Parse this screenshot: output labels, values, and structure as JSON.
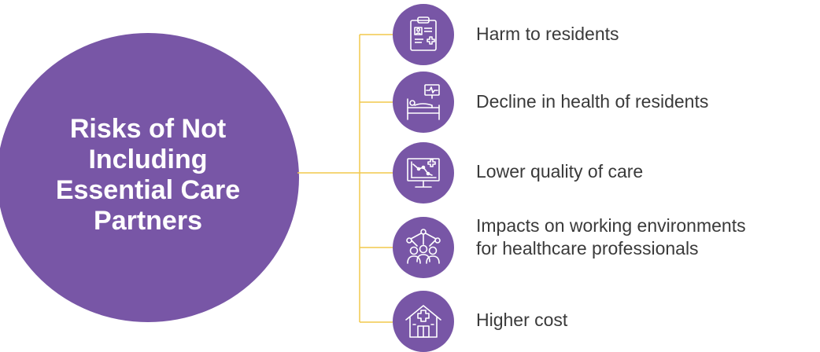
{
  "title": "Risks of Not Including Essential Care Partners",
  "colors": {
    "primary": "#7856a6",
    "connector": "#f2c94c",
    "text": "#3a3a3a"
  },
  "items": [
    {
      "icon": "medical-chart-icon",
      "label": "Harm to residents"
    },
    {
      "icon": "hospital-bed-monitor-icon",
      "label": "Decline in health of residents"
    },
    {
      "icon": "declining-chart-monitor-icon",
      "label": "Lower quality of care"
    },
    {
      "icon": "team-network-icon",
      "label": "Impacts on working environments for healthcare professionals"
    },
    {
      "icon": "hospital-building-icon",
      "label": "Higher cost"
    }
  ]
}
